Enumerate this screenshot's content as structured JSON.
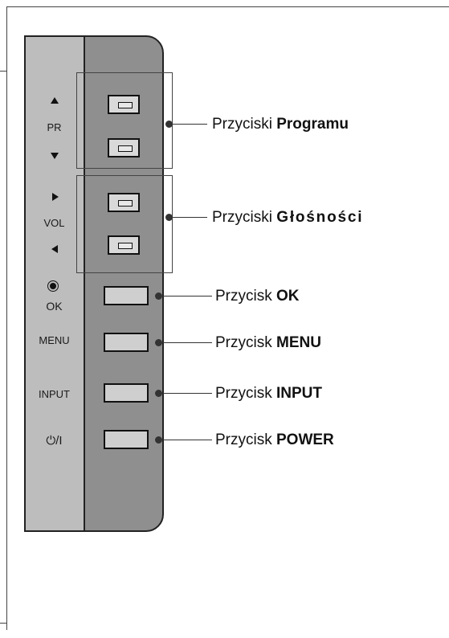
{
  "panel": {
    "pr_label": "PR",
    "vol_label": "VOL",
    "ok_label": "OK",
    "menu_label": "MENU",
    "input_label": "INPUT",
    "power_label": "⏻/I"
  },
  "callouts": [
    {
      "prefix": "Przyciski ",
      "bold": "Programu"
    },
    {
      "prefix": "Przyciski ",
      "bold": "Głośności"
    },
    {
      "prefix": "Przycisk ",
      "bold": "OK"
    },
    {
      "prefix": "Przycisk ",
      "bold": "MENU"
    },
    {
      "prefix": "Przycisk ",
      "bold": "INPUT"
    },
    {
      "prefix": "Przycisk ",
      "bold": "POWER"
    }
  ],
  "colors": {
    "left_strip": "#bdbdbd",
    "right_strip": "#8f8f8f",
    "button_face": "#d9d9d9"
  }
}
